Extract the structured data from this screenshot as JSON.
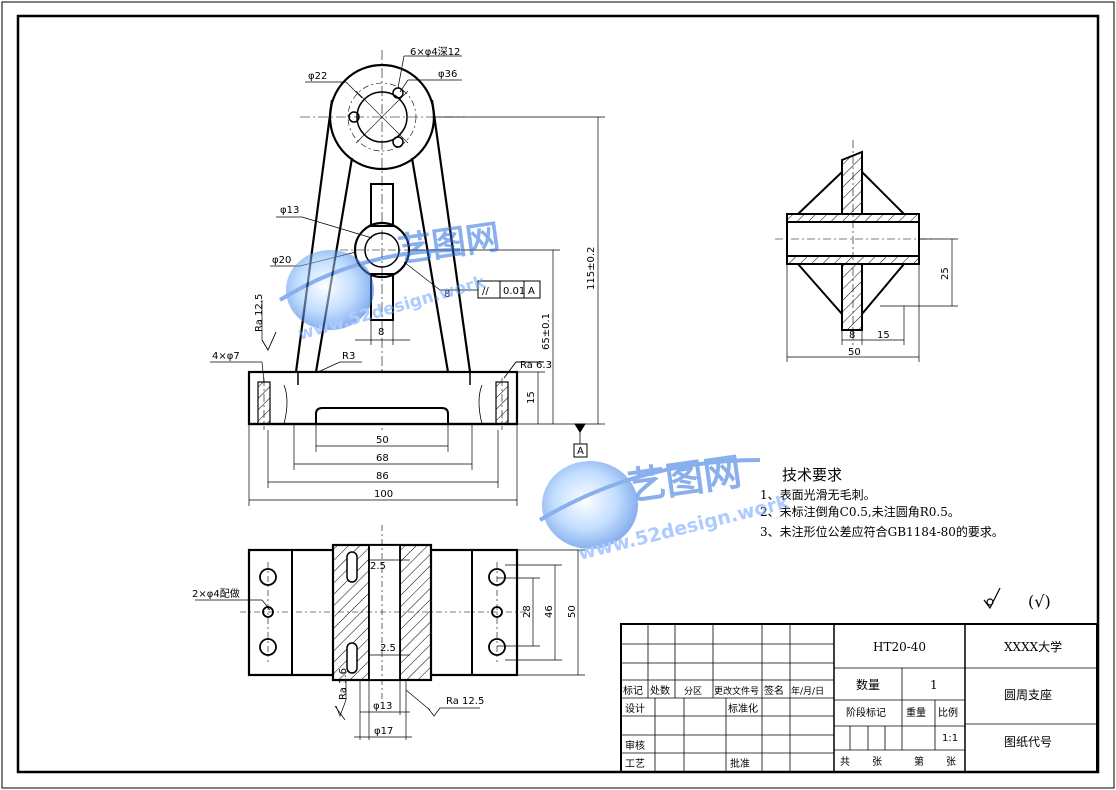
{
  "front_view": {
    "labels": {
      "holes_top": "6×φ4深12",
      "d36": "φ36",
      "d22": "φ22",
      "d13": "φ13",
      "d20": "φ20",
      "ra125": "Ra 12.5",
      "holes_base": "4×φ7",
      "r3": "R3",
      "ra63": "Ra 6.3",
      "dim_8": "8",
      "dim_8b": "8",
      "parallel_symbol": "//",
      "tol_value": "0.01",
      "datum_ref": "A",
      "h115": "115±0.2",
      "h65": "65±0.1",
      "h15": "15",
      "w50": "50",
      "w68": "68",
      "w86": "86",
      "w100": "100",
      "datum_a": "A"
    }
  },
  "side_view": {
    "labels": {
      "d25": "25",
      "d8": "8",
      "d15": "15",
      "d50": "50"
    }
  },
  "top_view": {
    "labels": {
      "holes_fit": "2×φ4配做",
      "d25a": "2.5",
      "d25b": "2.5",
      "d28": "28",
      "d46": "46",
      "d50": "50",
      "ra16": "Ra 1.6",
      "ra125": "Ra 12.5",
      "d13": "φ13",
      "d17": "φ17"
    }
  },
  "tech_requirements": {
    "title": "技术要求",
    "items": [
      "1、表面光滑无毛刺。",
      "2、未标注倒角C0.5,未注圆角R0.5。",
      "3、未注形位公差应符合GB1184-80的要求。"
    ]
  },
  "roughness_note": "(√)",
  "title_block": {
    "material": "HT20-40",
    "school": "XXXX大学",
    "part_name": "圆周支座",
    "drawing_no_label": "图纸代号",
    "qty_label": "数量",
    "qty_value": "1",
    "stage_label": "阶段标记",
    "weight_label": "重量",
    "scale_label": "比例",
    "scale_value": "1:1",
    "sheet_total": "共",
    "sheet_unit1": "张",
    "sheet_no": "第",
    "sheet_unit2": "张",
    "rev_mark": "标记",
    "rev_count": "处数",
    "rev_zone": "分区",
    "rev_doc": "更改文件号",
    "rev_sign": "签名",
    "rev_date": "年/月/日",
    "design": "设计",
    "standard": "标准化",
    "review": "审核",
    "process": "工艺",
    "approve": "批准"
  },
  "watermark": {
    "brand": "艺图网",
    "url": "www.52design.work"
  },
  "colors": {
    "line": "#000000",
    "watermark": "#2a6fe0"
  }
}
